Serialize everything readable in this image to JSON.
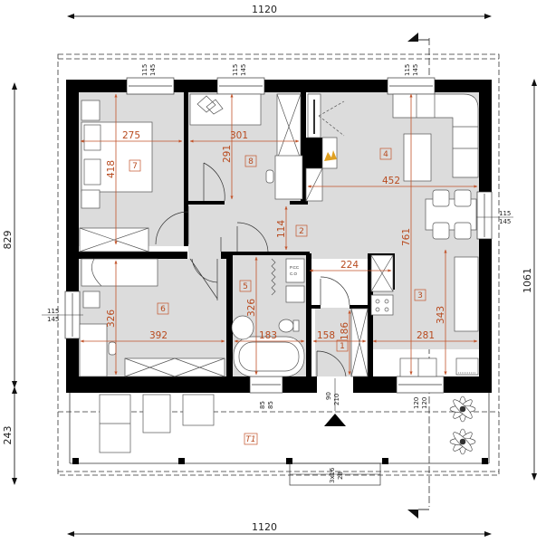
{
  "overall_dimensions": {
    "top_width": "1120",
    "bottom_width": "1120",
    "left_house_depth": "829",
    "left_terrace_depth": "243",
    "right_total_depth": "1061"
  },
  "rooms": [
    {
      "number": "1",
      "label": "1",
      "dims": [
        "158",
        "186"
      ]
    },
    {
      "number": "2",
      "label": "2",
      "dims": [
        "114"
      ]
    },
    {
      "number": "3",
      "label": "3",
      "dims": [
        "761",
        "343",
        "281"
      ]
    },
    {
      "number": "4",
      "label": "4",
      "dims": [
        "452"
      ]
    },
    {
      "number": "5",
      "label": "5",
      "dims": [
        "326",
        "183"
      ]
    },
    {
      "number": "6",
      "label": "6",
      "dims": [
        "392",
        "326"
      ]
    },
    {
      "number": "7",
      "label": "7",
      "dims": [
        "275",
        "418"
      ]
    },
    {
      "number": "8",
      "label": "8",
      "dims": [
        "301",
        "291"
      ]
    },
    {
      "number": "T1",
      "label": "T1",
      "dims": []
    }
  ],
  "room_dims": {
    "r7_width": "275",
    "r7_height": "418",
    "r8_width": "301",
    "r8_height": "291",
    "r4_width": "452",
    "r2_height": "114",
    "r3_height": "761",
    "r3_kitchen_h": "343",
    "r3_width": "281",
    "r5_height": "326",
    "r5_width": "183",
    "r6_width": "392",
    "r6_height": "326",
    "r1_width": "158",
    "r1_height": "186",
    "hall_width": "224"
  },
  "windows": {
    "w_top_left": {
      "a": "115",
      "b": "145"
    },
    "w_top_mid": {
      "a": "115",
      "b": "145"
    },
    "w_top_right": {
      "a": "115",
      "b": "145"
    },
    "w_right": {
      "a": "115",
      "b": "145"
    },
    "w_left": {
      "a": "115",
      "b": "145"
    },
    "w_bath": {
      "a": "85",
      "b": "85"
    },
    "w_kitchen": {
      "a": "120",
      "b": "120"
    },
    "entry_door": {
      "a": "90",
      "b": "210"
    },
    "steps": {
      "a": "3x16",
      "b": "28"
    }
  },
  "fixtures": {
    "boiler_label_1": "P.CC",
    "boiler_label_2": "C.O"
  },
  "colors": {
    "wall": "#000000",
    "floor": "#dcdcdc",
    "dimension": "#c2532a",
    "line": "#444444",
    "fire": "#e0a020"
  }
}
